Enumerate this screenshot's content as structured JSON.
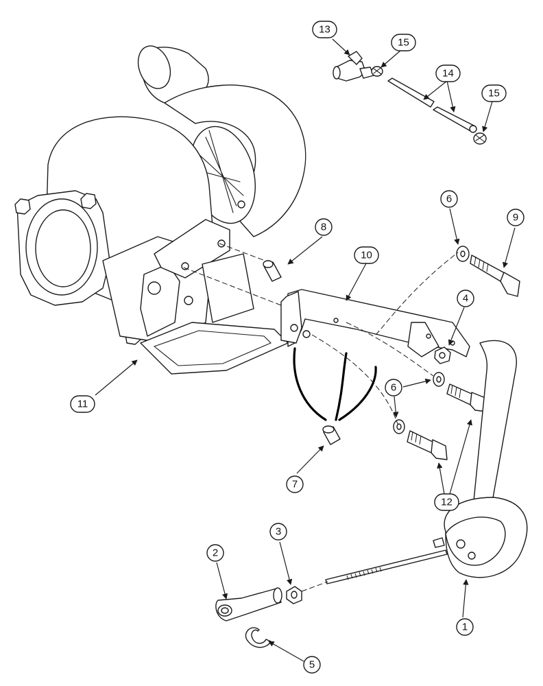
{
  "callouts": {
    "c1": "1",
    "c2": "2",
    "c3": "3",
    "c4": "4",
    "c5": "5",
    "c6a": "6",
    "c6b": "6",
    "c7": "7",
    "c8": "8",
    "c9": "9",
    "c10": "10",
    "c11": "11",
    "c12": "12",
    "c13": "13",
    "c14": "14",
    "c15a": "15",
    "c15b": "15"
  }
}
